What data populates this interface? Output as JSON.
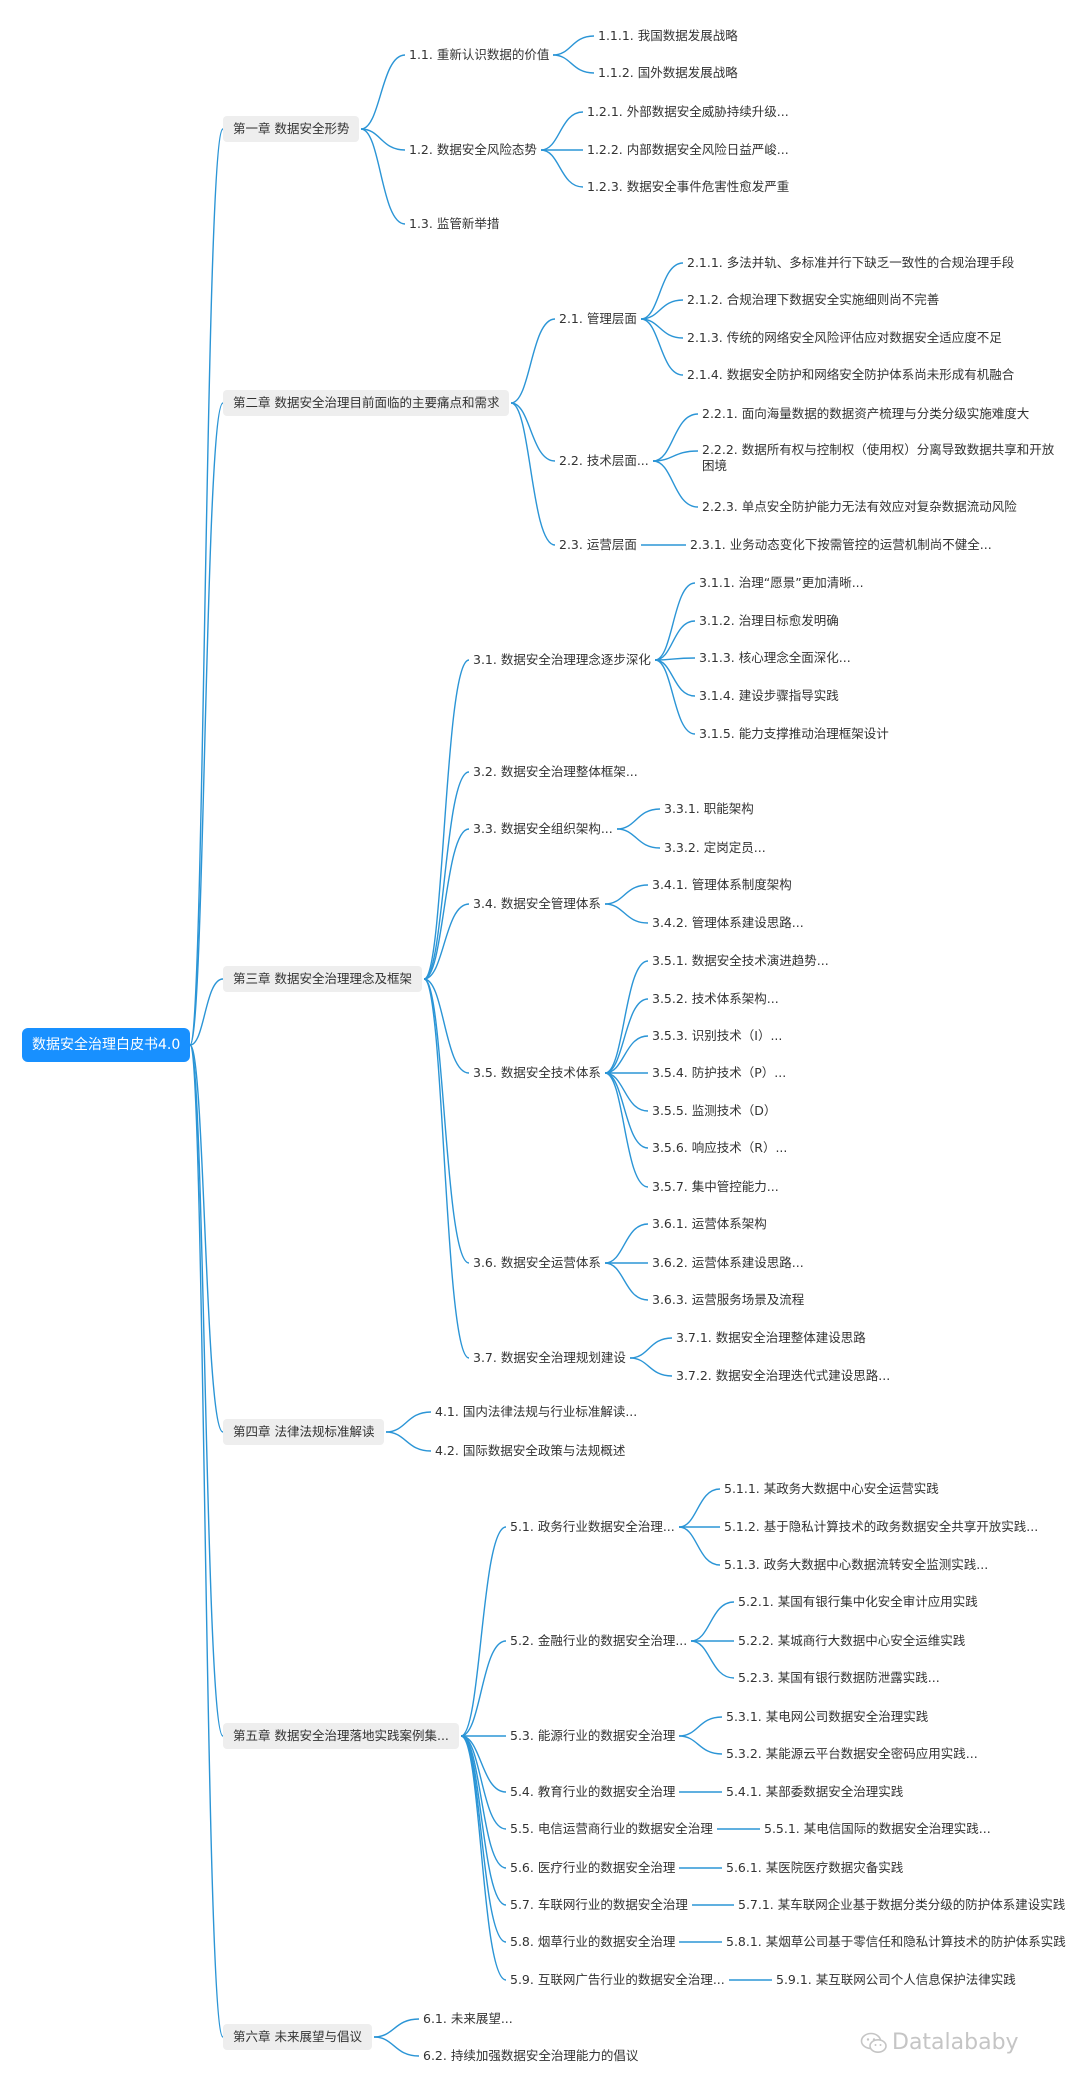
{
  "tree": {
    "root": "数据安全治理白皮书4.0",
    "chapters": [
      {
        "label": "第一章   数据安全形势",
        "children": [
          {
            "label": "1.1. 重新认识数据的价值",
            "children": [
              {
                "label": "1.1.1. 我国数据发展战略"
              },
              {
                "label": "1.1.2. 国外数据发展战略"
              }
            ]
          },
          {
            "label": "1.2. 数据安全风险态势",
            "children": [
              {
                "label": "1.2.1. 外部数据安全威胁持续升级..."
              },
              {
                "label": "1.2.2. 内部数据安全风险日益严峻..."
              },
              {
                "label": "1.2.3. 数据安全事件危害性愈发严重"
              }
            ]
          },
          {
            "label": "1.3. 监管新举措"
          }
        ]
      },
      {
        "label": "第二章   数据安全治理目前面临的主要痛点和需求",
        "children": [
          {
            "label": "2.1. 管理层面",
            "children": [
              {
                "label": "2.1.1. 多法并轨、多标准并行下缺乏一致性的合规治理手段"
              },
              {
                "label": "2.1.2. 合规治理下数据安全实施细则尚不完善"
              },
              {
                "label": "2.1.3. 传统的网络安全风险评估应对数据安全适应度不足"
              },
              {
                "label": "2.1.4. 数据安全防护和网络安全防护体系尚未形成有机融合"
              }
            ]
          },
          {
            "label": "2.2. 技术层面...",
            "children": [
              {
                "label": "2.2.1. 面向海量数据的数据资产梳理与分类分级实施难度大"
              },
              {
                "label": "2.2.2. 数据所有权与控制权（使用权）分离导致数据共享和开放",
                "label2": "困境"
              },
              {
                "label": "2.2.3. 单点安全防护能力无法有效应对复杂数据流动风险"
              }
            ]
          },
          {
            "label": "2.3. 运营层面",
            "children": [
              {
                "label": "2.3.1. 业务动态变化下按需管控的运营机制尚不健全..."
              }
            ]
          }
        ]
      },
      {
        "label": "第三章   数据安全治理理念及框架",
        "children": [
          {
            "label": "3.1. 数据安全治理理念逐步深化",
            "children": [
              {
                "label": "3.1.1. 治理“愿景”更加清晰..."
              },
              {
                "label": "3.1.2. 治理目标愈发明确"
              },
              {
                "label": "3.1.3. 核心理念全面深化..."
              },
              {
                "label": "3.1.4. 建设步骤指导实践"
              },
              {
                "label": "3.1.5. 能力支撑推动治理框架设计"
              }
            ]
          },
          {
            "label": "3.2. 数据安全治理整体框架..."
          },
          {
            "label": "3.3. 数据安全组织架构...",
            "children": [
              {
                "label": "3.3.1. 职能架构"
              },
              {
                "label": "3.3.2. 定岗定员..."
              }
            ]
          },
          {
            "label": "3.4. 数据安全管理体系",
            "children": [
              {
                "label": "3.4.1. 管理体系制度架构"
              },
              {
                "label": "3.4.2. 管理体系建设思路..."
              }
            ]
          },
          {
            "label": "3.5. 数据安全技术体系",
            "children": [
              {
                "label": "3.5.1. 数据安全技术演进趋势..."
              },
              {
                "label": "3.5.2. 技术体系架构..."
              },
              {
                "label": "3.5.3. 识别技术（I）..."
              },
              {
                "label": "3.5.4. 防护技术（P）..."
              },
              {
                "label": "3.5.5. 监测技术（D）"
              },
              {
                "label": "3.5.6. 响应技术（R）..."
              },
              {
                "label": "3.5.7. 集中管控能力..."
              }
            ]
          },
          {
            "label": "3.6. 数据安全运营体系",
            "children": [
              {
                "label": "3.6.1. 运营体系架构"
              },
              {
                "label": "3.6.2. 运营体系建设思路..."
              },
              {
                "label": "3.6.3. 运营服务场景及流程"
              }
            ]
          },
          {
            "label": "3.7. 数据安全治理规划建设",
            "children": [
              {
                "label": "3.7.1. 数据安全治理整体建设思路"
              },
              {
                "label": "3.7.2. 数据安全治理迭代式建设思路..."
              }
            ]
          }
        ]
      },
      {
        "label": "第四章   法律法规标准解读",
        "children": [
          {
            "label": "4.1. 国内法律法规与行业标准解读..."
          },
          {
            "label": "4.2. 国际数据安全政策与法规概述"
          }
        ]
      },
      {
        "label": "第五章   数据安全治理落地实践案例集...",
        "children": [
          {
            "label": "5.1. 政务行业数据安全治理...",
            "children": [
              {
                "label": "5.1.1. 某政务大数据中心安全运营实践"
              },
              {
                "label": "5.1.2. 基于隐私计算技术的政务数据安全共享开放实践..."
              },
              {
                "label": "5.1.3. 政务大数据中心数据流转安全监测实践..."
              }
            ]
          },
          {
            "label": "5.2. 金融行业的数据安全治理...",
            "children": [
              {
                "label": "5.2.1. 某国有银行集中化安全审计应用实践"
              },
              {
                "label": "5.2.2. 某城商行大数据中心安全运维实践"
              },
              {
                "label": "5.2.3. 某国有银行数据防泄露实践..."
              }
            ]
          },
          {
            "label": "5.3. 能源行业的数据安全治理",
            "children": [
              {
                "label": "5.3.1. 某电网公司数据安全治理实践"
              },
              {
                "label": "5.3.2. 某能源云平台数据安全密码应用实践..."
              }
            ]
          },
          {
            "label": "5.4. 教育行业的数据安全治理",
            "children": [
              {
                "label": "5.4.1. 某部委数据安全治理实践"
              }
            ]
          },
          {
            "label": "5.5. 电信运营商行业的数据安全治理",
            "children": [
              {
                "label": "5.5.1. 某电信国际的数据安全治理实践..."
              }
            ]
          },
          {
            "label": "5.6. 医疗行业的数据安全治理",
            "children": [
              {
                "label": "5.6.1. 某医院医疗数据灾备实践"
              }
            ]
          },
          {
            "label": "5.7. 车联网行业的数据安全治理",
            "children": [
              {
                "label": "5.7.1. 某车联网企业基于数据分类分级的防护体系建设实践"
              }
            ]
          },
          {
            "label": "5.8. 烟草行业的数据安全治理",
            "children": [
              {
                "label": "5.8.1. 某烟草公司基于零信任和隐私计算技术的防护体系实践"
              }
            ]
          },
          {
            "label": "5.9. 互联网广告行业的数据安全治理...",
            "children": [
              {
                "label": "5.9.1. 某互联网公司个人信息保护法律实践"
              }
            ]
          }
        ]
      },
      {
        "label": "第六章   未来展望与倡议",
        "children": [
          {
            "label": "6.1. 未来展望..."
          },
          {
            "label": "6.2. 持续加强数据安全治理能力的倡议"
          }
        ]
      }
    ]
  },
  "watermark": {
    "text": "Datalababy",
    "icon": "wechat-icon"
  },
  "colors": {
    "line": "#2b95d6",
    "root_bg": "#1890ff",
    "chapter_bg": "#eeeeee",
    "text": "#333333"
  }
}
